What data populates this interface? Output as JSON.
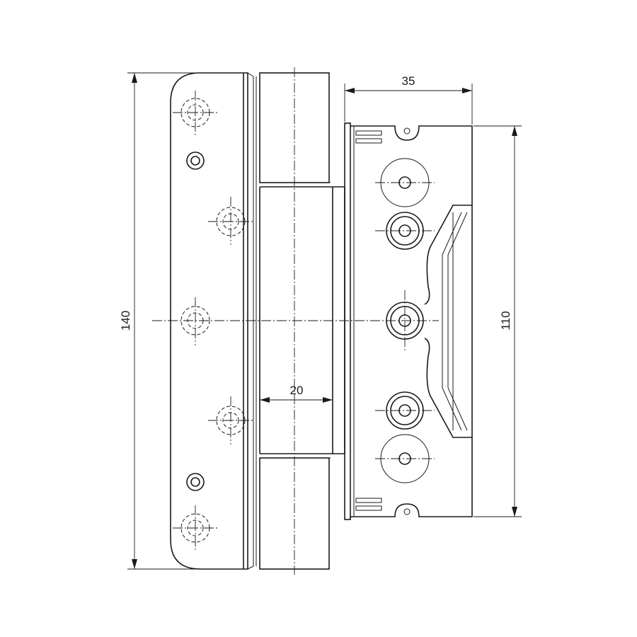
{
  "dimensions": {
    "total_height": "140",
    "barrel_width": "20",
    "body_depth": "35",
    "body_height": "110"
  }
}
